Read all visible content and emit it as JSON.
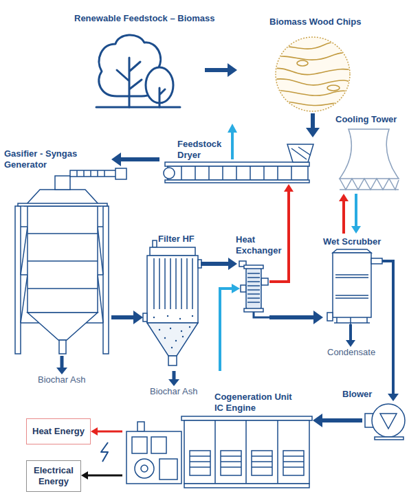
{
  "diagram": {
    "nodes": [
      {
        "text": [
          "Renewable Feedstock – Biomass"
        ]
      },
      {
        "text": [
          "Biomass Wood Chips"
        ]
      },
      {
        "text": [
          "Feedstock Dryer"
        ]
      },
      {
        "text": [
          "Cooling Tower"
        ]
      },
      {
        "text": [
          "Gasifier - Syngas Generator"
        ]
      },
      {
        "text": [
          "Filter HF"
        ]
      },
      {
        "text": [
          "Heat Exchanger"
        ]
      },
      {
        "text": [
          "Wet Scrubber"
        ]
      },
      {
        "text": [
          "Biochar Ash"
        ]
      },
      {
        "text": [
          "Biochar Ash"
        ]
      },
      {
        "text": [
          "Condensate"
        ]
      },
      {
        "text": [
          "Blower"
        ]
      },
      {
        "text": [
          "Cogeneration Unit IC Engine"
        ]
      },
      {
        "text": [
          "Heat Energy"
        ]
      },
      {
        "text": [
          "Electrical Energy"
        ]
      }
    ],
    "edges": [
      {
        "from": 0,
        "to": 1,
        "arrow": "to"
      },
      {
        "from": 1,
        "to": 2,
        "arrow": "to"
      },
      {
        "from": 2,
        "to": 4,
        "arrow": "to"
      },
      {
        "from": 4,
        "to": 5,
        "arrow": "to"
      },
      {
        "from": 5,
        "to": 6,
        "arrow": "to"
      },
      {
        "from": 6,
        "to": 2,
        "arrow": "to"
      },
      {
        "from": 6,
        "to": 7,
        "arrow": "to"
      },
      {
        "from": 7,
        "to": 3,
        "arrow": "to"
      },
      {
        "from": 3,
        "to": 7,
        "arrow": "to"
      },
      {
        "from": 7,
        "to": 10,
        "arrow": "to"
      },
      {
        "from": 7,
        "to": 11,
        "arrow": "to"
      },
      {
        "from": 11,
        "to": 12,
        "arrow": "to"
      },
      {
        "from": 12,
        "to": 13,
        "arrow": "to"
      },
      {
        "from": 12,
        "to": 14,
        "arrow": "to"
      },
      {
        "from": 4,
        "to": 8,
        "arrow": "to"
      },
      {
        "from": 5,
        "to": 9,
        "arrow": "to"
      }
    ]
  }
}
